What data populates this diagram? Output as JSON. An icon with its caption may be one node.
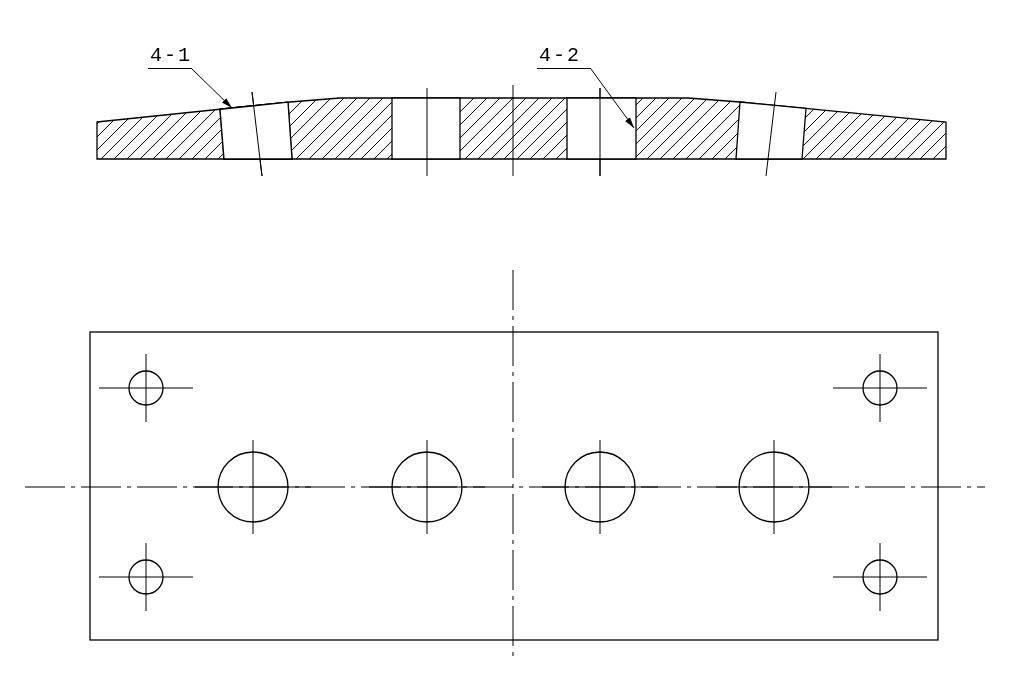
{
  "diagram": {
    "nodes": [
      {
        "text": [
          "4-1"
        ]
      },
      {
        "text": [
          "4-2"
        ]
      },
      {
        "text": [],
        "shape": "box"
      },
      {
        "text": [],
        "shape": "box"
      }
    ],
    "edges": [
      {
        "from": 0,
        "to": 2,
        "arrow": "to"
      },
      {
        "from": 1,
        "to": 3,
        "arrow": "to"
      }
    ]
  }
}
